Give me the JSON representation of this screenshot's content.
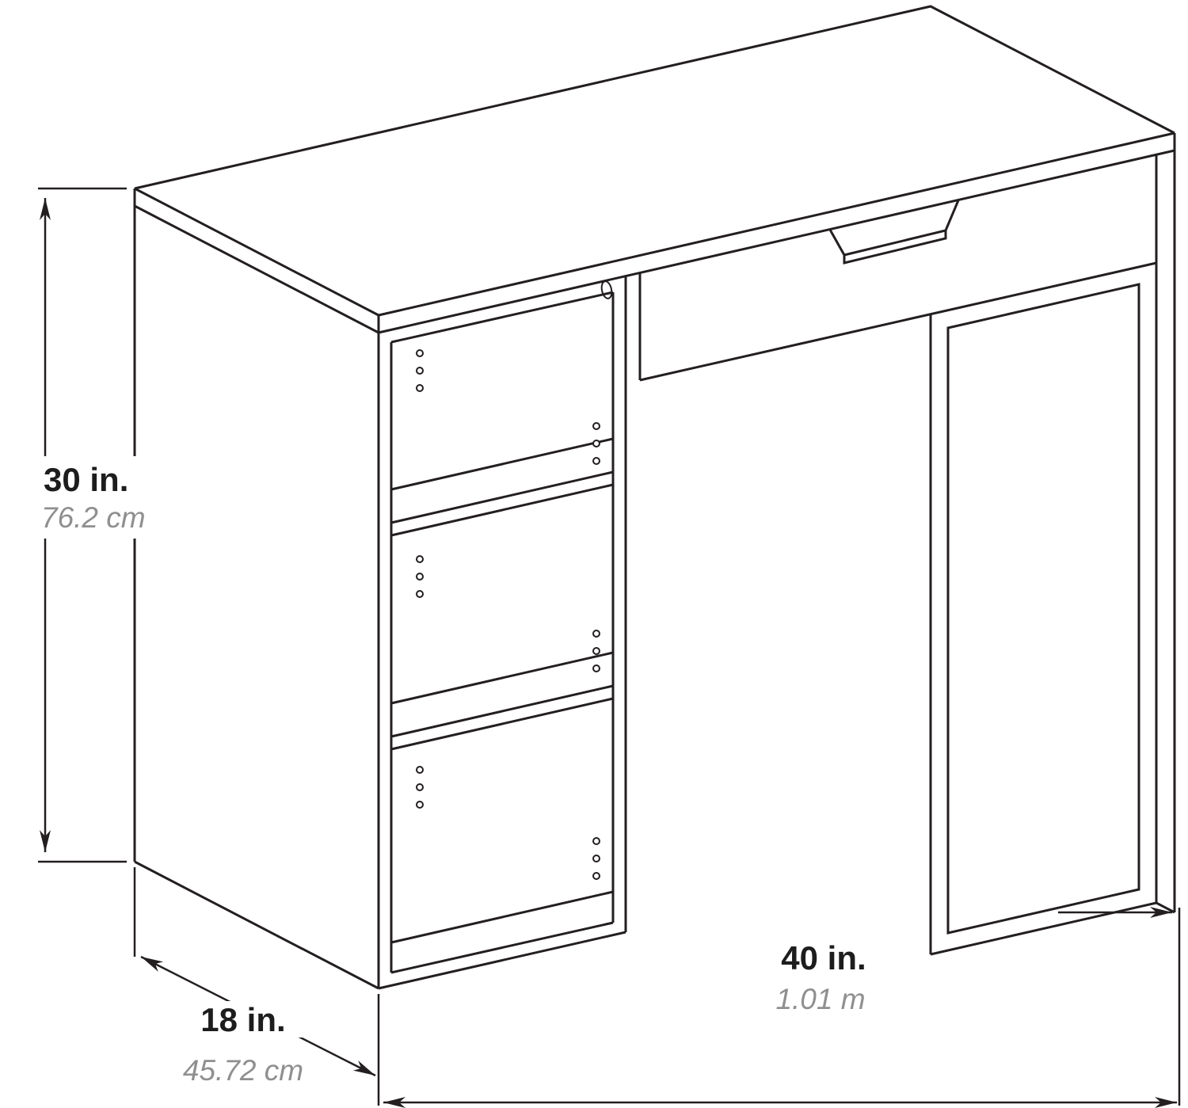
{
  "diagram": {
    "kind": "furniture-dimension-line-drawing"
  },
  "dimensions": {
    "height": {
      "imperial": "30 in.",
      "metric": "76.2 cm"
    },
    "depth": {
      "imperial": "18 in.",
      "metric": "45.72 cm"
    },
    "width": {
      "imperial": "40 in.",
      "metric": "1.01 m"
    }
  },
  "colors": {
    "line": "#231f20",
    "imperial_text": "#1d1d1d",
    "metric_text": "#8f8f8f",
    "background": "#ffffff"
  }
}
